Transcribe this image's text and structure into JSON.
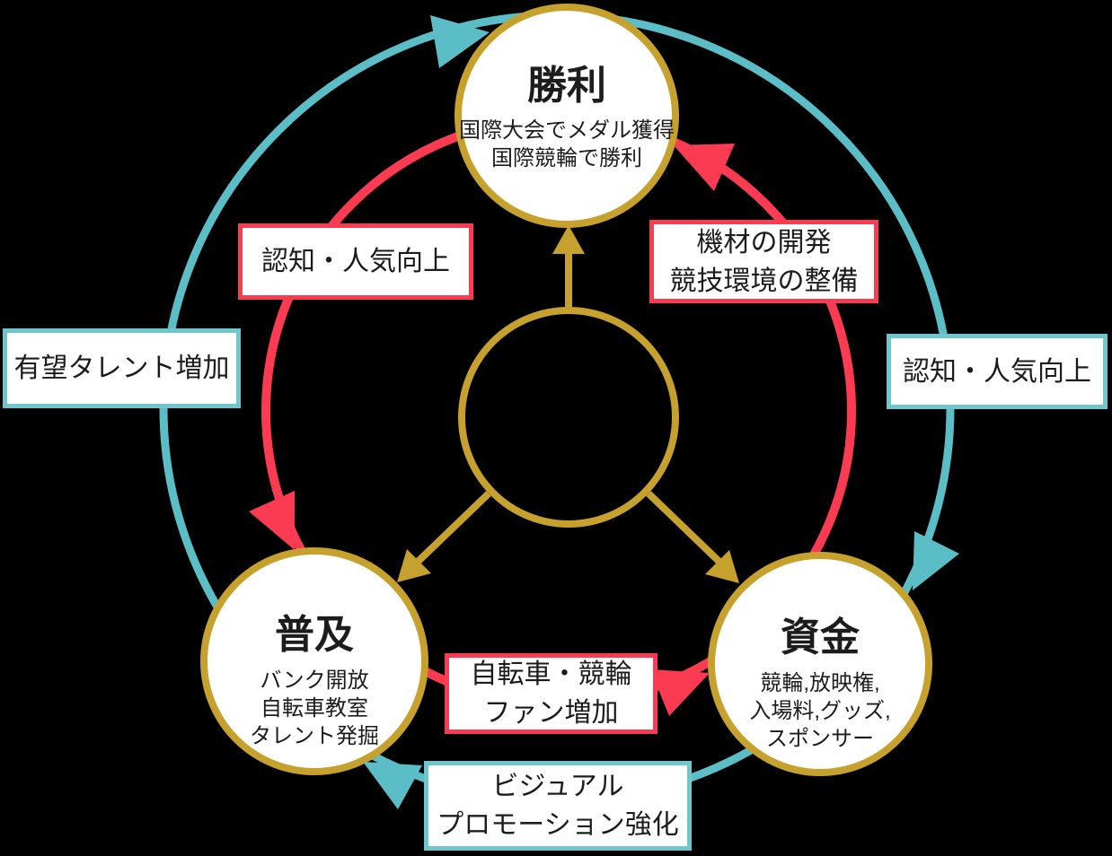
{
  "colors": {
    "background": "#000000",
    "gold": "#C7A12E",
    "teal": "#5BBEC6",
    "teal_box_border": "#6FC6CD",
    "red": "#FB3B52",
    "text": "#1C1C1C",
    "node_fill": "#FFFFFF"
  },
  "nodes": {
    "victory": {
      "title": "勝利",
      "lines": [
        "国際大会でメダル獲得",
        "国際競輪で勝利"
      ]
    },
    "spread": {
      "title": "普及",
      "lines": [
        "バンク開放",
        "自転車教室",
        "タレント発掘"
      ]
    },
    "funds": {
      "title": "資金",
      "lines": [
        "競輪,放映権,",
        "入場料,グッズ,",
        "スポンサー"
      ]
    }
  },
  "inner_cycle": {
    "color_name": "red",
    "labels": {
      "recognition": {
        "lines": [
          "認知・人気向上"
        ]
      },
      "equipment": {
        "lines": [
          "機材の開発",
          "競技環境の整備"
        ]
      },
      "fans": {
        "lines": [
          "自転車・競輪",
          "ファン増加"
        ]
      }
    }
  },
  "outer_cycle": {
    "color_name": "teal",
    "labels": {
      "talent": {
        "lines": [
          "有望タレント増加"
        ]
      },
      "recognition": {
        "lines": [
          "認知・人気向上"
        ]
      },
      "visual_promotion": {
        "lines": [
          "ビジュアル",
          "プロモーション強化"
        ]
      }
    }
  }
}
